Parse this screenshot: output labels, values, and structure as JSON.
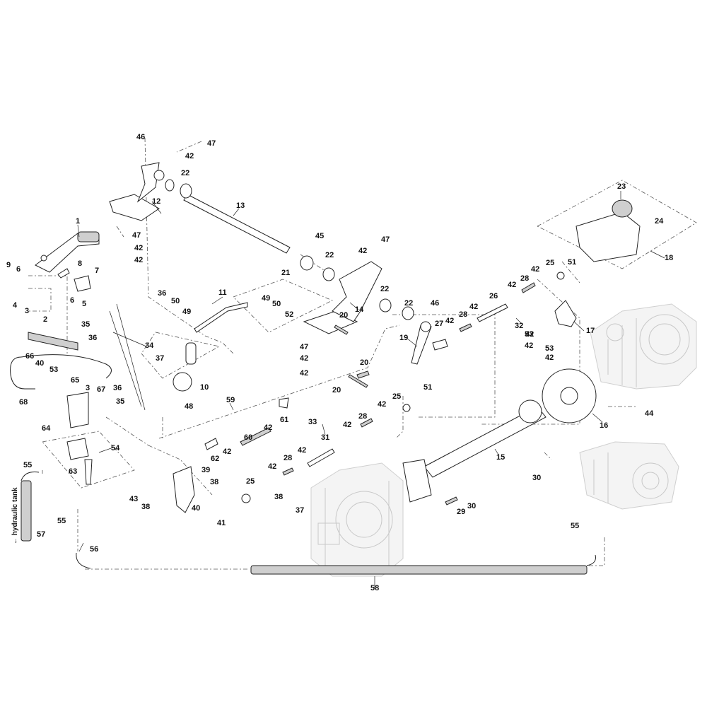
{
  "labels": {
    "l1": "1",
    "l2": "2",
    "l3": "3",
    "l3b": "3",
    "l4": "4",
    "l5": "5",
    "l6": "6",
    "l6b": "6",
    "l7": "7",
    "l8": "8",
    "l9": "9",
    "l10": "10",
    "l11": "11",
    "l12": "12",
    "l13": "13",
    "l14": "14",
    "l15": "15",
    "l16": "16",
    "l17": "17",
    "l18": "18",
    "l19": "19",
    "l20a": "20",
    "l20b": "20",
    "l20c": "20",
    "l21": "21",
    "l22a": "22",
    "l22b": "22",
    "l22c": "22",
    "l22d": "22",
    "l23": "23",
    "l24": "24",
    "l25a": "25",
    "l25b": "25",
    "l25c": "25",
    "l26": "26",
    "l27": "27",
    "l28a": "28",
    "l28b": "28",
    "l28c": "28",
    "l28d": "28",
    "l29": "29",
    "l30a": "30",
    "l30b": "30",
    "l31": "31",
    "l32": "32",
    "l33": "33",
    "l34": "34",
    "l35a": "35",
    "l35b": "35",
    "l36a": "36",
    "l36b": "36",
    "l36c": "36",
    "l37a": "37",
    "l37b": "37",
    "l38a": "38",
    "l38b": "38",
    "l38c": "38",
    "l39": "39",
    "l40a": "40",
    "l40b": "40",
    "l41": "41",
    "l42a": "42",
    "l42b": "42",
    "l42c": "42",
    "l42d": "42",
    "l42e": "42",
    "l42f": "42",
    "l42g": "42",
    "l42h": "42",
    "l42i": "42",
    "l42j": "42",
    "l42k": "42",
    "l42l": "42",
    "l42m": "42",
    "l42n": "42",
    "l42o": "42",
    "l42p": "42",
    "l42q": "42",
    "l42r": "42",
    "l42s": "42",
    "l43": "43",
    "l44": "44",
    "l45": "45",
    "l46a": "46",
    "l46b": "46",
    "l47a": "47",
    "l47b": "47",
    "l47c": "47",
    "l47d": "47",
    "l48": "48",
    "l49a": "49",
    "l49b": "49",
    "l50a": "50",
    "l50b": "50",
    "l51a": "51",
    "l51b": "51",
    "l52": "52",
    "l53a": "53",
    "l53b": "53",
    "l53c": "53",
    "l54": "54",
    "l55a": "55",
    "l55b": "55",
    "l55c": "55",
    "l56": "56",
    "l57": "57",
    "l58": "58",
    "l59": "59",
    "l60": "60",
    "l61": "61",
    "l62": "62",
    "l63": "63",
    "l64": "64",
    "l65": "65",
    "l66": "66",
    "l67": "67",
    "l68": "68"
  },
  "annotation": "← hydraulic tank"
}
